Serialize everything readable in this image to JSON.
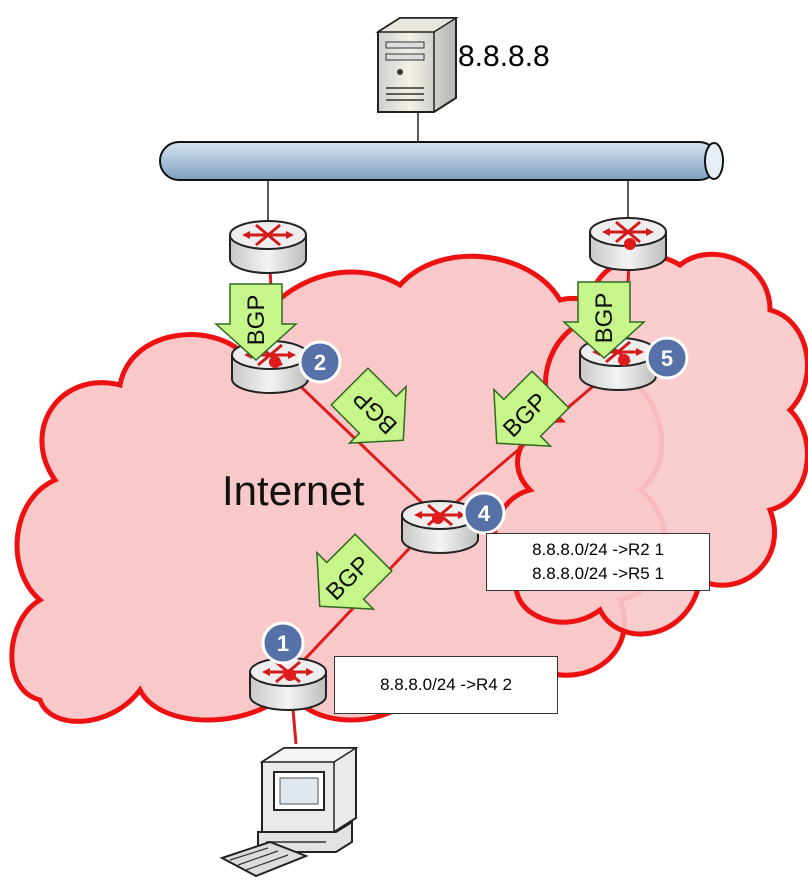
{
  "server": {
    "ip_label": "8.8.8.8"
  },
  "cloud": {
    "label": "Internet"
  },
  "routers": [
    {
      "id": "1",
      "badge": "1"
    },
    {
      "id": "2",
      "badge": "2"
    },
    {
      "id": "4",
      "badge": "4"
    },
    {
      "id": "5",
      "badge": "5"
    }
  ],
  "bgp_arrows": [
    {
      "label": "BGP"
    },
    {
      "label": "BGP"
    },
    {
      "label": "BGP"
    },
    {
      "label": "BGP"
    },
    {
      "label": "BGP"
    }
  ],
  "tables": {
    "r4": [
      "8.8.8.0/24 ->R2 1",
      "8.8.8.0/24 ->R5 1"
    ],
    "r1": [
      "8.8.8.0/24 ->R4 2"
    ]
  },
  "colors": {
    "cloud_fill": "#f9c9c9",
    "cloud_stroke": "#ee1111",
    "link_red": "#e01b1b",
    "arrow_fill": "#c6f58a",
    "arrow_stroke": "#2e6b1f",
    "badge_fill": "#5670a8",
    "bus_fill": "#a9c2da"
  }
}
